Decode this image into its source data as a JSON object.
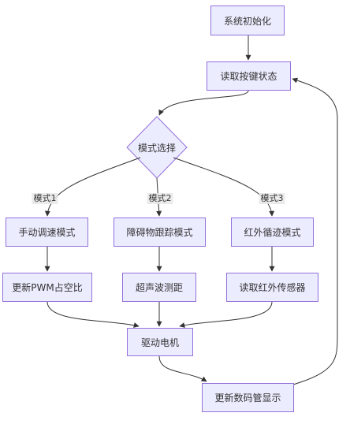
{
  "nodes": {
    "init": "系统初始化",
    "read_keys": "读取按键状态",
    "mode_select": "模式选择",
    "manual": "手动调速模式",
    "avoid": "障碍物跟踪模式",
    "line": "红外循迹模式",
    "pwm": "更新PWM占空比",
    "ultrasonic": "超声波测距",
    "ir_sensor": "读取红外传感器",
    "motor": "驱动电机",
    "display": "更新数码管显示"
  },
  "edge_labels": {
    "mode1": "模式1",
    "mode2": "模式2",
    "mode3": "模式3"
  },
  "colors": {
    "node_fill": "#ECECFF",
    "node_border": "#9370DB",
    "edge": "#333333",
    "label_bg": "#E8E8E8"
  }
}
